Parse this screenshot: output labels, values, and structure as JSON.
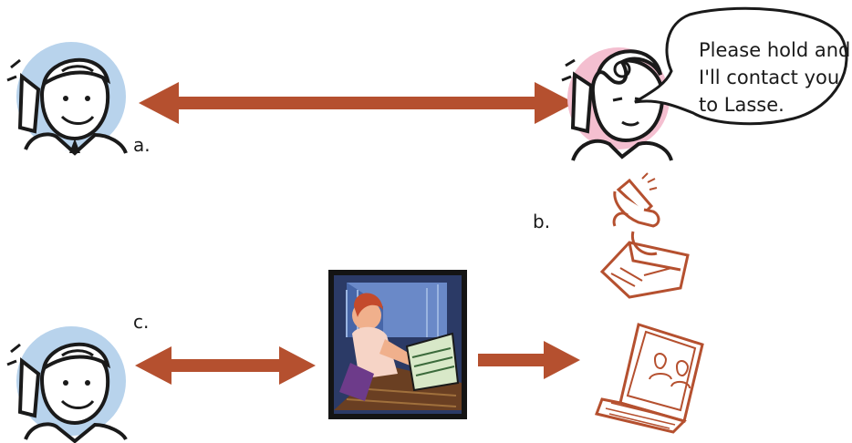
{
  "labels": {
    "a": "a.",
    "b": "b.",
    "c": "c."
  },
  "speech_bubble": {
    "lines": [
      "Please hold and",
      "I'll contact you",
      "to Lasse."
    ]
  },
  "colors": {
    "arrow": "#b5502f",
    "caller_halo": "#b8d3ec",
    "receptionist_halo": "#f4bfd0",
    "outline": "#1a1a1a"
  },
  "icons": {
    "caller_top": "caller-phone-icon",
    "receptionist": "receptionist-phone-icon",
    "caller_bottom": "caller-phone-icon",
    "phone_fax": "phone-fax-machine-icon",
    "operator": "operator-at-computer-icon",
    "laptop": "laptop-icon"
  }
}
